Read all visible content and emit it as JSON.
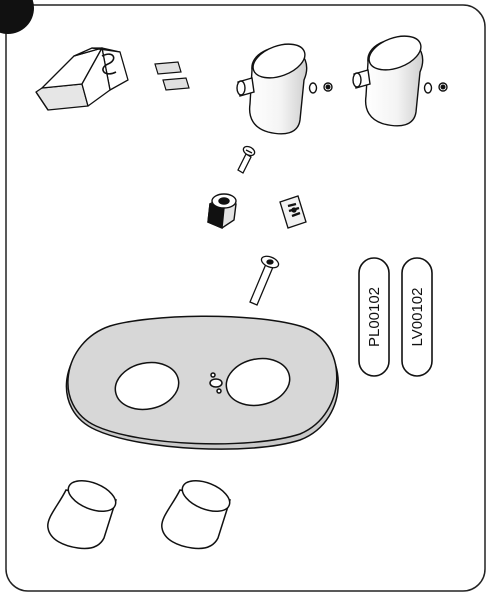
{
  "parts": {
    "label_1": "PL00102",
    "label_2": "LV00102"
  },
  "icons": [
    "corner-badge",
    "allen-key",
    "seal-pads",
    "lever-cap",
    "screw",
    "cartridge-adapter",
    "bracket-plate",
    "long-screw",
    "escutcheon-plate",
    "sleeve"
  ],
  "colors": {
    "stroke": "#111111",
    "shade": "#d9d9d9",
    "plate": "#d7d7d7"
  }
}
